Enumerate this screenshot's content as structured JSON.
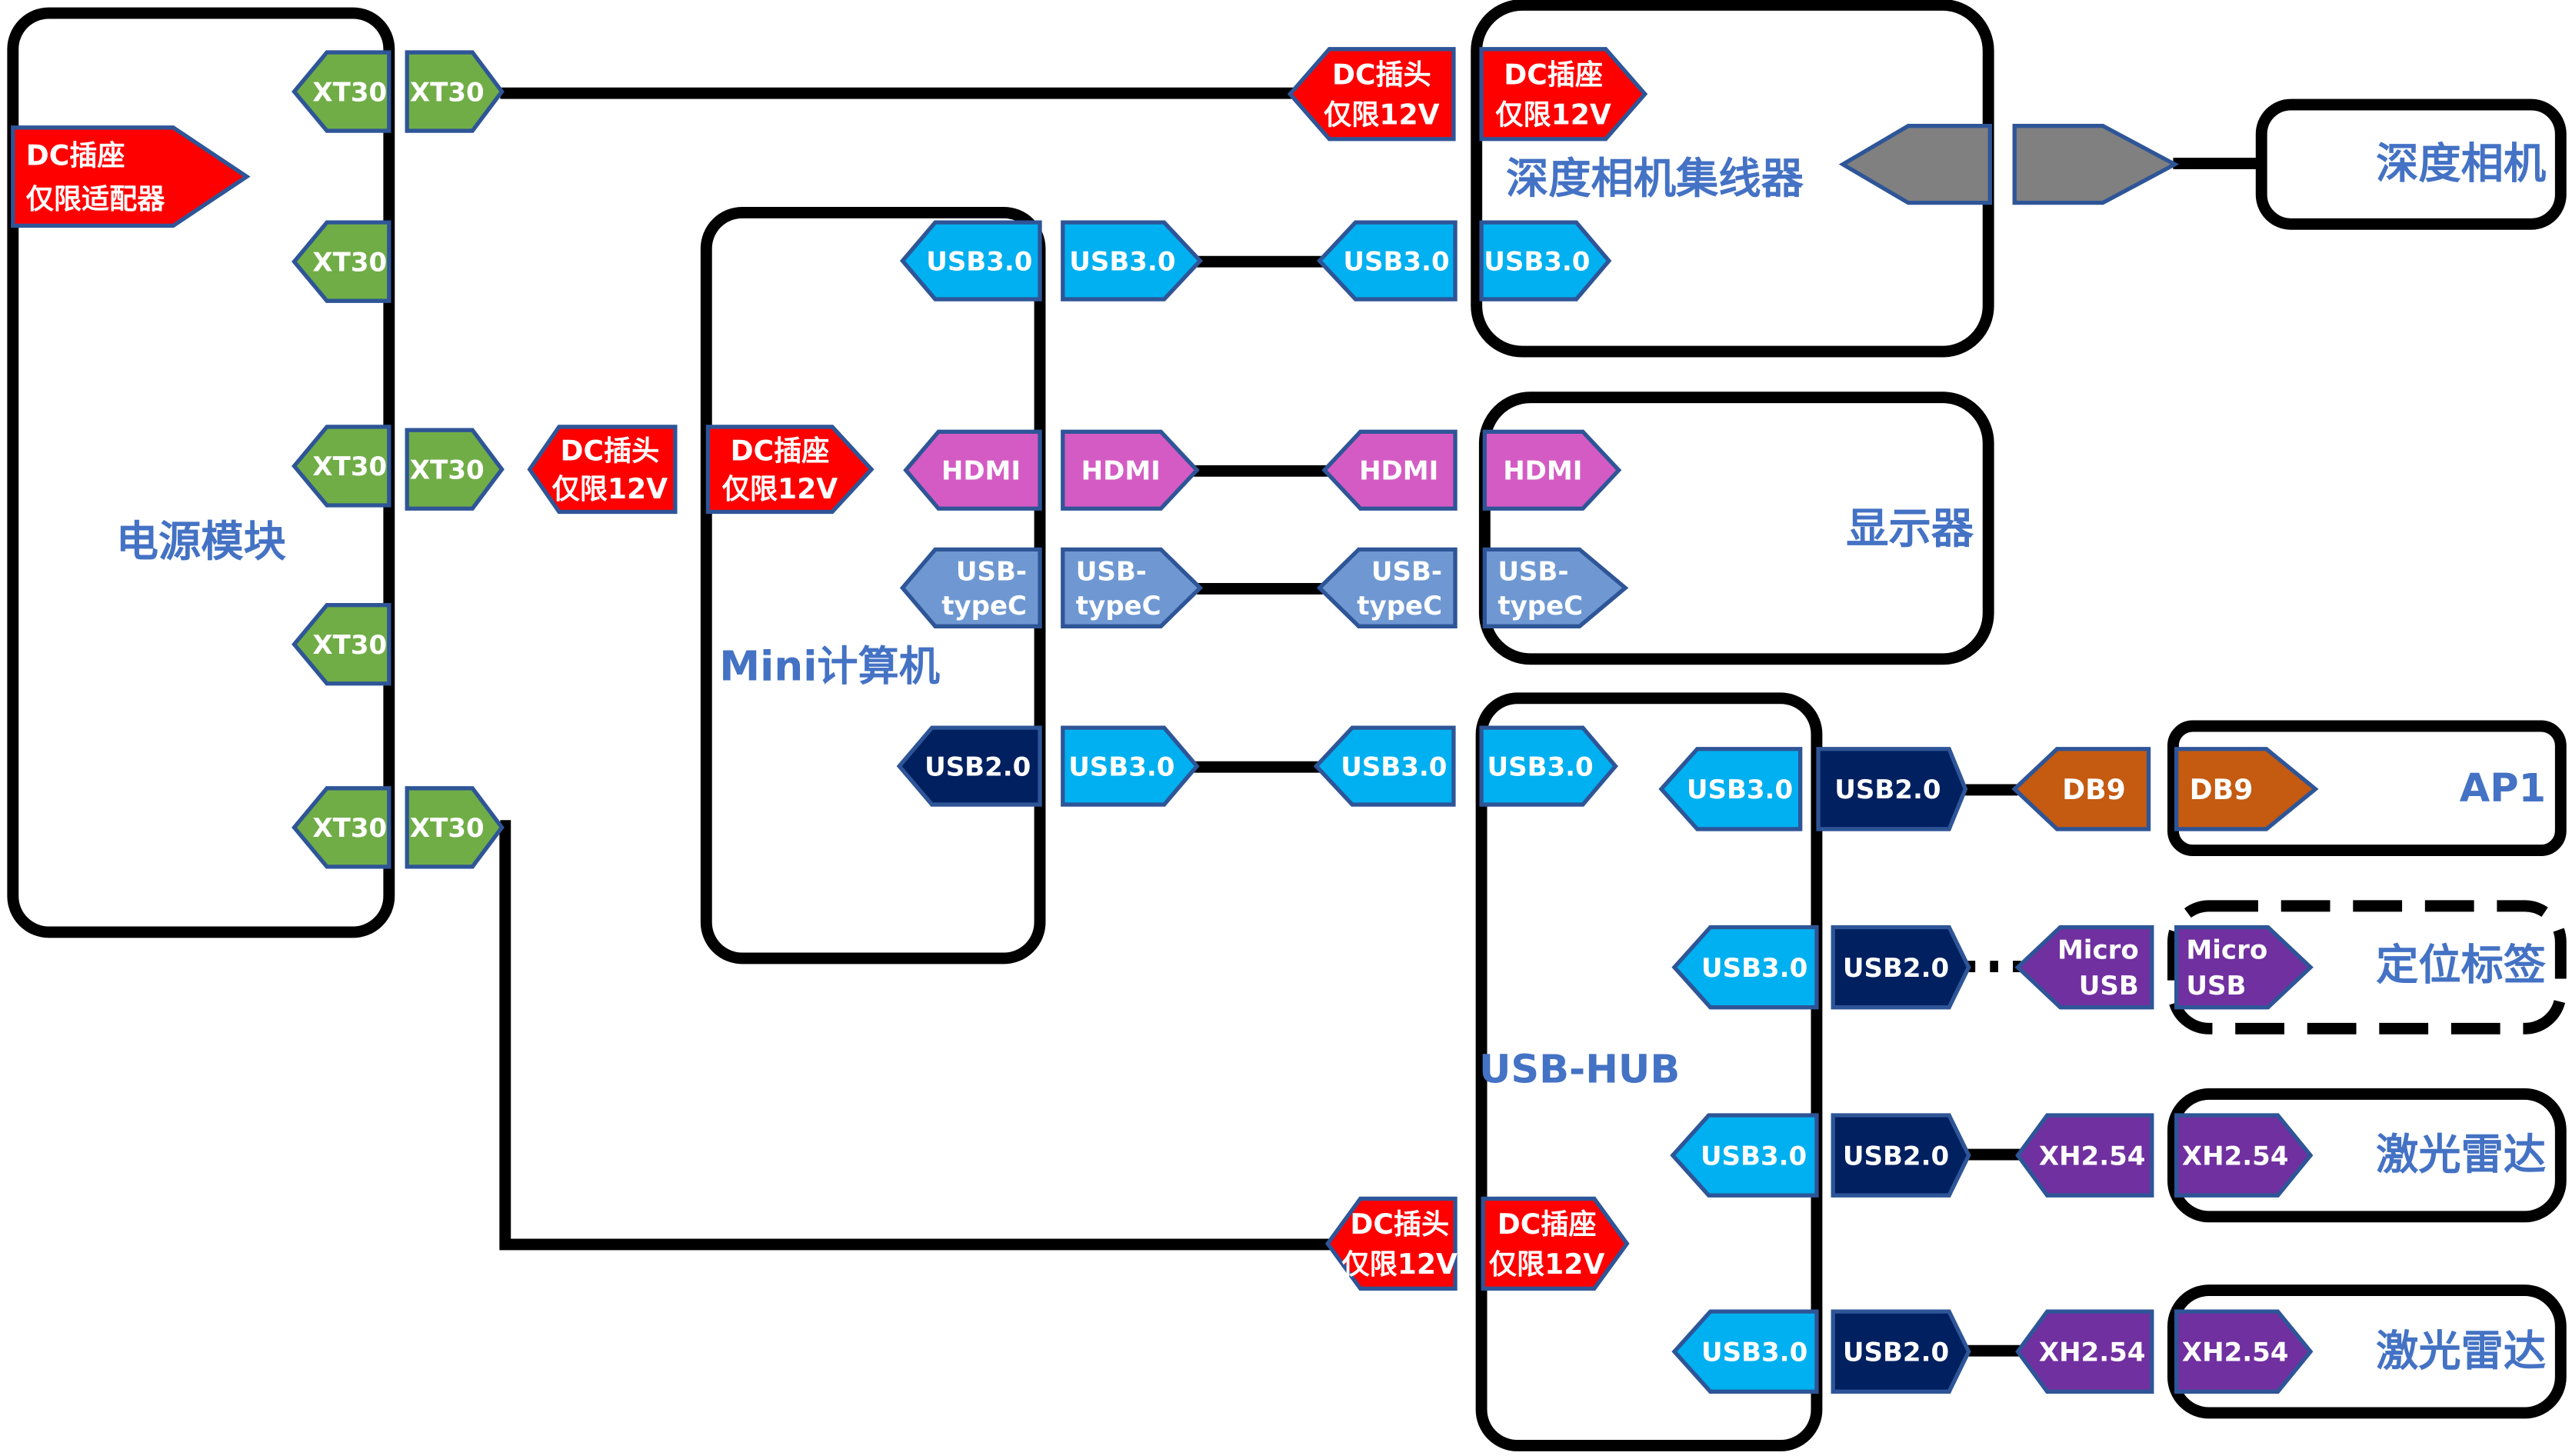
{
  "colors": {
    "xt30": "#70AD47",
    "dc": "#FF0000",
    "usb3": "#00B0F0",
    "usb2": "#002060",
    "hdmi": "#D45BC4",
    "typec": "#6F98D2",
    "db9": "#C55A11",
    "micro": "#7030A0",
    "xh": "#7030A0",
    "depth": "#808080",
    "title": "#4472C4"
  },
  "modules": {
    "power": "电源模块",
    "mini_pc": "Mini计算机",
    "depth_hub": "深度相机集线器",
    "depth_camera": "深度相机",
    "display": "显示器",
    "usb_hub": "USB-HUB",
    "ap1": "AP1",
    "locator": "定位标签",
    "lidar1": "激光雷达",
    "lidar2": "激光雷达"
  },
  "labels": {
    "xt30": "XT30",
    "dc_adapter_1": "DC插座",
    "dc_adapter_2": "仅限适配器",
    "dc_plug_1": "DC插头",
    "dc_socket_1": "DC插座",
    "limit_12v": "仅限12V",
    "usb30": "USB3.0",
    "usb20": "USB2.0",
    "hdmi": "HDMI",
    "typec_1": "USB-",
    "typec_2": "typeC",
    "db9": "DB9",
    "micro_1": "Micro",
    "micro_2": "USB",
    "xh254": "XH2.54"
  }
}
